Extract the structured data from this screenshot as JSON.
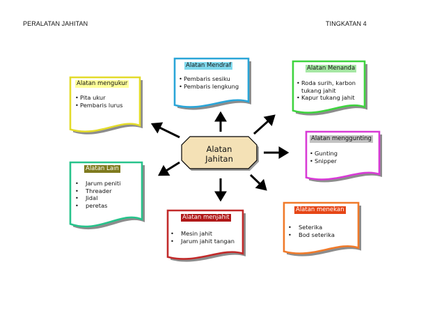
{
  "header": {
    "left": "PERALATAN JAHITAN",
    "right": "TINGKATAN 4"
  },
  "center": {
    "label": "Alatan\nJahitan",
    "fill": "#f4e1b6"
  },
  "cards": {
    "mengukur": {
      "title": "Alatan mengukur",
      "border": "#e3db2a",
      "title_bg": "#ffff9a",
      "items": [
        "Pita ukur",
        "Pembaris lurus"
      ]
    },
    "mendraf": {
      "title": "Alatan Mendraf",
      "border": "#2aa5d8",
      "title_bg": "#7fd8ec",
      "items": [
        "Pembaris sesiku",
        "Pembaris lengkung"
      ]
    },
    "menanda": {
      "title": "Alatan Menanda",
      "border": "#3fd43f",
      "title_bg": "#a6e7a4",
      "items": [
        "Roda surih, karbon tukang jahit",
        "Kapur tukang jahit"
      ]
    },
    "menggunting": {
      "title": "Alatan menggunting",
      "border": "#d83ad6",
      "title_bg": "#c2c2c2",
      "items": [
        "Gunting",
        "Snipper"
      ]
    },
    "lain": {
      "title": "Alatan Lain",
      "border": "#27c38b",
      "title_bg": "#7f7a1e",
      "items": [
        "Jarum peniti",
        "Threader",
        "Jidal",
        "peretas"
      ]
    },
    "menjahit": {
      "title": "Alatan menjahit",
      "border": "#c22a2a",
      "title_bg": "#b01818",
      "items": [
        "Mesin jahit",
        "Jarum jahit tangan"
      ]
    },
    "menekan": {
      "title": "Alatan menekan",
      "border": "#f07a2a",
      "title_bg": "#e64616",
      "items": [
        "Seterika",
        "Bod seterika"
      ]
    }
  }
}
